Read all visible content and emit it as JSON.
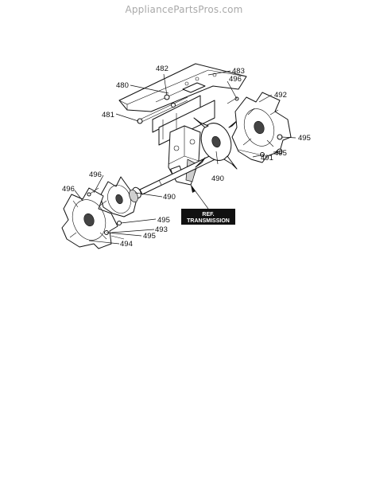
{
  "watermark": "AppliancePartsPros.com",
  "callouts": {
    "c480": "480",
    "c481": "481",
    "c482": "482",
    "c483": "483",
    "c496a": "496",
    "c492": "492",
    "c495a": "495",
    "c495b": "495",
    "c491": "491",
    "c490a": "490",
    "c496b": "496",
    "c496c": "496",
    "c490b": "490",
    "c495c": "495",
    "c493": "493",
    "c495d": "495",
    "c494": "494"
  },
  "ref_box": {
    "line1": "REF.",
    "line2": "TRANSMISSION"
  }
}
